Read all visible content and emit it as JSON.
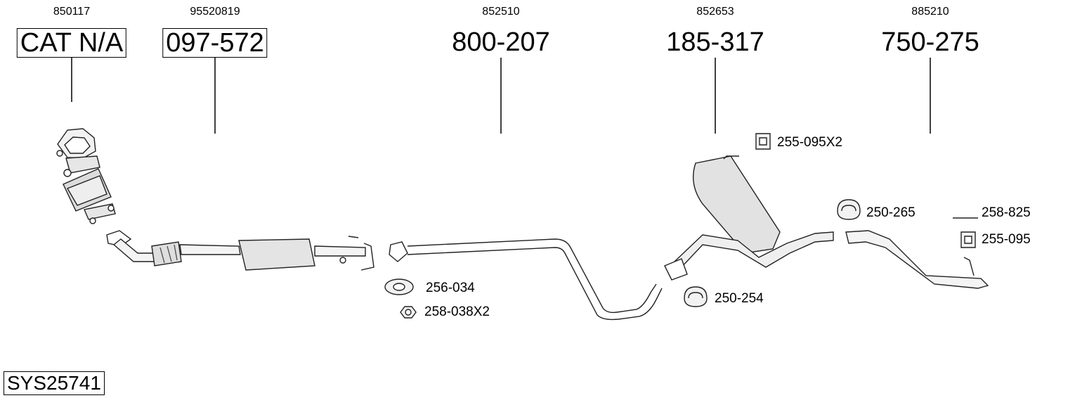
{
  "system_code": "SYS25741",
  "groups": [
    {
      "oe": "850117",
      "ref": "CAT N/A"
    },
    {
      "oe": "95520819",
      "ref": "097-572"
    },
    {
      "oe": "852510",
      "ref": "800-207"
    },
    {
      "oe": "852653",
      "ref": "185-317"
    },
    {
      "oe": "885210",
      "ref": "750-275"
    }
  ],
  "accessories": [
    {
      "code": "256-034"
    },
    {
      "code": "258-038X2"
    },
    {
      "code": "255-095X2"
    },
    {
      "code": "250-265"
    },
    {
      "code": "258-825"
    },
    {
      "code": "255-095"
    },
    {
      "code": "250-254"
    }
  ]
}
